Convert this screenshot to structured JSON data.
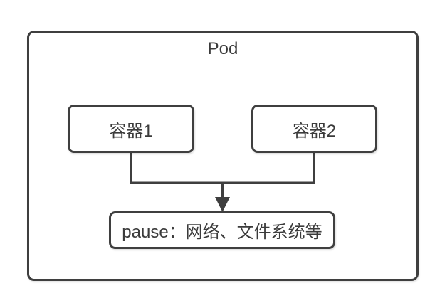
{
  "diagram": {
    "title": "Pod",
    "pod": {
      "label": "Pod"
    },
    "containers": [
      {
        "id": "container-1",
        "label": "容器1"
      },
      {
        "id": "container-2",
        "label": "容器2"
      }
    ],
    "pause": {
      "label": "pause：网络、文件系统等"
    },
    "edges": [
      {
        "from": "容器1",
        "to": "pause",
        "arrow": false
      },
      {
        "from": "容器2",
        "to": "pause",
        "arrow": false
      },
      {
        "from": "merge-point",
        "to": "pause",
        "arrow": true,
        "direction": "down"
      }
    ],
    "colors": {
      "stroke": "#3f3f3f",
      "text": "#3b3b3b",
      "background": "#ffffff"
    }
  }
}
